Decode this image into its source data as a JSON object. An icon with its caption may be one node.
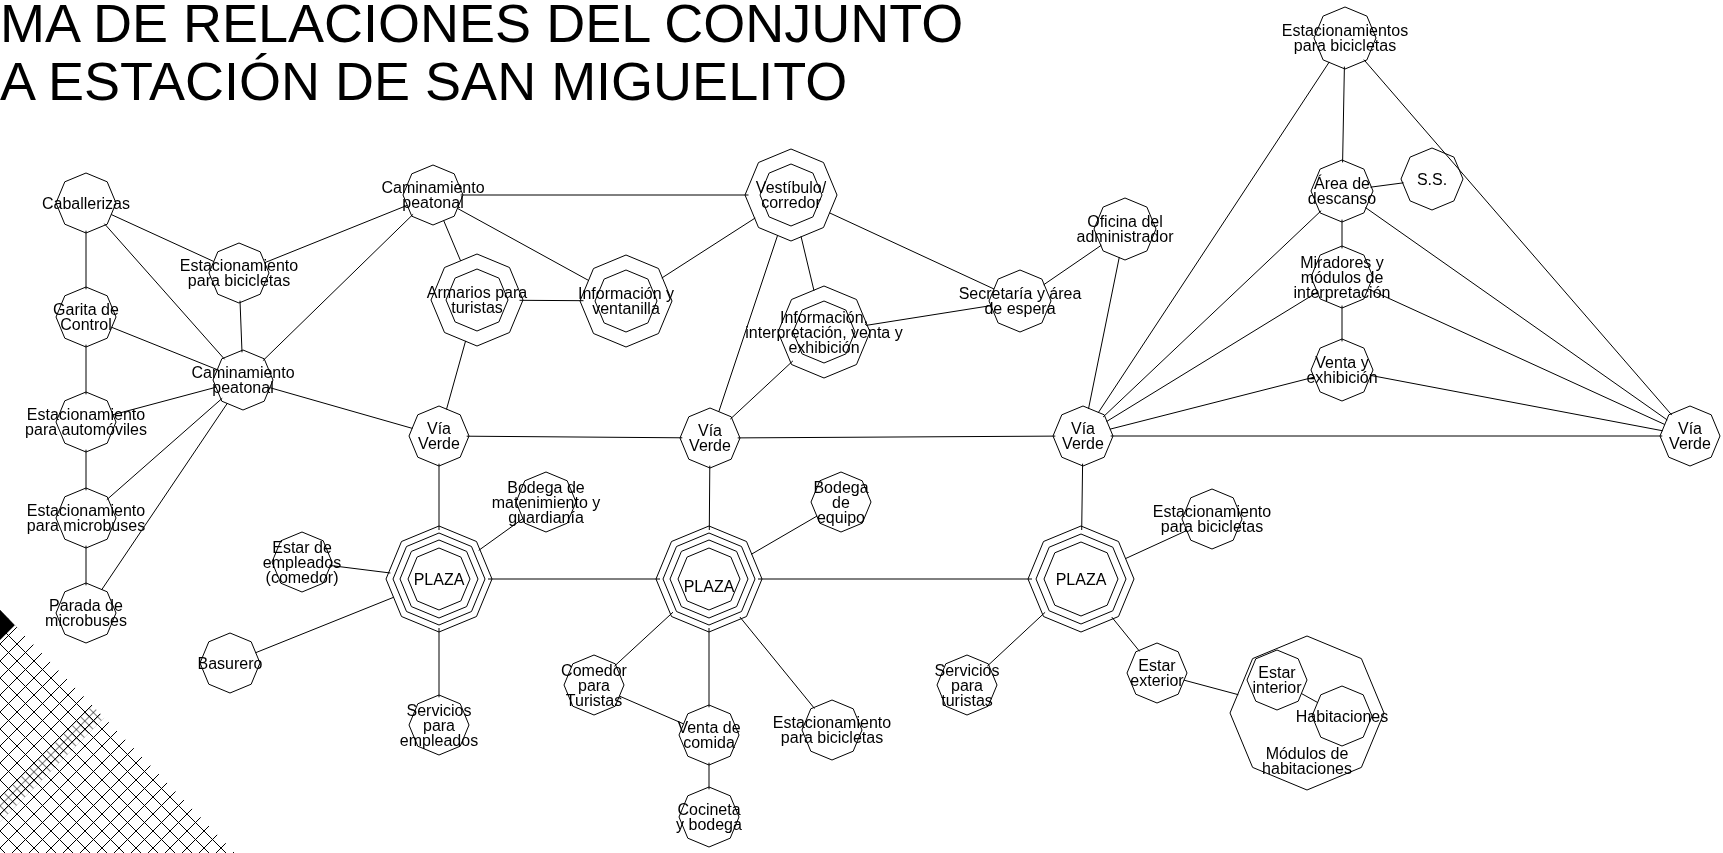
{
  "diagram": {
    "title": "MA DE RELACIONES DEL CONJUNTO A ESTACIÓN DE SAN MIGUELITO",
    "nodes": [
      {
        "text": [
          "Caballerizas"
        ]
      },
      {
        "text": [
          "Estacionamiento para bicicletas"
        ]
      },
      {
        "text": [
          "Garita de Control"
        ]
      },
      {
        "text": [
          "Caminamiento peatonal"
        ]
      },
      {
        "text": [
          "Estacionamiento para automóviles"
        ]
      },
      {
        "text": [
          "Estacionamiento para microbuses"
        ]
      },
      {
        "text": [
          "Parada de microbuses"
        ]
      },
      {
        "text": [
          "Caminamiento peatonal"
        ]
      },
      {
        "text": [
          "Armarios para turistas"
        ]
      },
      {
        "text": [
          "Información y ventanilla"
        ]
      },
      {
        "text": [
          "Vestíbulo/ corredor"
        ]
      },
      {
        "text": [
          "Información, interpretación, venta y exhibición"
        ]
      },
      {
        "text": [
          "Secretaría y área de espera"
        ]
      },
      {
        "text": [
          "Oficina del administrador"
        ]
      },
      {
        "text": [
          "Estacionamientos para bicicletas"
        ]
      },
      {
        "text": [
          "Área de descanso"
        ]
      },
      {
        "text": [
          "S.S."
        ]
      },
      {
        "text": [
          "Miradores y módulos de interpretación"
        ]
      },
      {
        "text": [
          "Venta y exhibición"
        ]
      },
      {
        "text": [
          "Vía Verde"
        ]
      },
      {
        "text": [
          "Vía Verde"
        ]
      },
      {
        "text": [
          "Vía Verde"
        ]
      },
      {
        "text": [
          "Vía Verde"
        ]
      },
      {
        "text": [
          "Bodega de matenimiento y guardianía"
        ]
      },
      {
        "text": [
          "Bodega de equipo"
        ]
      },
      {
        "text": [
          "Estacionamiento para bicicletas"
        ]
      },
      {
        "text": [
          "Estar de empleados (comedor)"
        ]
      },
      {
        "text": [
          "PLAZA"
        ]
      },
      {
        "text": [
          "PLAZA"
        ]
      },
      {
        "text": [
          "PLAZA"
        ]
      },
      {
        "text": [
          "Basurero"
        ]
      },
      {
        "text": [
          "Comedor para Turistas"
        ]
      },
      {
        "text": [
          "Servicios para turistas"
        ]
      },
      {
        "text": [
          "Estar exterior"
        ]
      },
      {
        "text": [
          "Módulos de habitaciones"
        ]
      },
      {
        "text": [
          "Estar interior"
        ],
        "in": 34
      },
      {
        "text": [
          "Habitaciones"
        ],
        "in": 34
      },
      {
        "text": [
          "Servicios para empleados"
        ]
      },
      {
        "text": [
          "Venta de comida"
        ]
      },
      {
        "text": [
          "Estacionamiento para bicicletas"
        ]
      },
      {
        "text": [
          "Cocineta y bodega"
        ]
      }
    ],
    "edges": [
      {
        "from": 0,
        "to": 2,
        "arrow": "none"
      },
      {
        "from": 0,
        "to": 1,
        "arrow": "none"
      },
      {
        "from": 0,
        "to": 3,
        "arrow": "none"
      },
      {
        "from": 2,
        "to": 3,
        "arrow": "none"
      },
      {
        "from": 2,
        "to": 4,
        "arrow": "none"
      },
      {
        "from": 4,
        "to": 3,
        "arrow": "none"
      },
      {
        "from": 4,
        "to": 5,
        "arrow": "none"
      },
      {
        "from": 5,
        "to": 3,
        "arrow": "none"
      },
      {
        "from": 5,
        "to": 6,
        "arrow": "none"
      },
      {
        "from": 6,
        "to": 3,
        "arrow": "none"
      },
      {
        "from": 1,
        "to": 3,
        "arrow": "none"
      },
      {
        "from": 1,
        "to": 7,
        "arrow": "none"
      },
      {
        "from": 3,
        "to": 7,
        "arrow": "none"
      },
      {
        "from": 3,
        "to": 19,
        "arrow": "none"
      },
      {
        "from": 7,
        "to": 8,
        "arrow": "none"
      },
      {
        "from": 7,
        "to": 9,
        "arrow": "none"
      },
      {
        "from": 7,
        "to": 10,
        "arrow": "none"
      },
      {
        "from": 8,
        "to": 9,
        "arrow": "none"
      },
      {
        "from": 8,
        "to": 19,
        "arrow": "none"
      },
      {
        "from": 9,
        "to": 10,
        "arrow": "none"
      },
      {
        "from": 10,
        "to": 20,
        "arrow": "none"
      },
      {
        "from": 10,
        "to": 11,
        "arrow": "none"
      },
      {
        "from": 10,
        "to": 12,
        "arrow": "none"
      },
      {
        "from": 11,
        "to": 12,
        "arrow": "none"
      },
      {
        "from": 11,
        "to": 20,
        "arrow": "none"
      },
      {
        "from": 12,
        "to": 13,
        "arrow": "none"
      },
      {
        "from": 13,
        "to": 21,
        "arrow": "none"
      },
      {
        "from": 14,
        "to": 15,
        "arrow": "none"
      },
      {
        "from": 14,
        "to": 21,
        "arrow": "none"
      },
      {
        "from": 14,
        "to": 22,
        "arrow": "none"
      },
      {
        "from": 15,
        "to": 16,
        "arrow": "none"
      },
      {
        "from": 15,
        "to": 17,
        "arrow": "none"
      },
      {
        "from": 15,
        "to": 21,
        "arrow": "none"
      },
      {
        "from": 15,
        "to": 22,
        "arrow": "none"
      },
      {
        "from": 17,
        "to": 18,
        "arrow": "none"
      },
      {
        "from": 17,
        "to": 21,
        "arrow": "none"
      },
      {
        "from": 17,
        "to": 22,
        "arrow": "none"
      },
      {
        "from": 18,
        "to": 21,
        "arrow": "none"
      },
      {
        "from": 18,
        "to": 22,
        "arrow": "none"
      },
      {
        "from": 19,
        "to": 20,
        "arrow": "none"
      },
      {
        "from": 20,
        "to": 21,
        "arrow": "none"
      },
      {
        "from": 21,
        "to": 22,
        "arrow": "none"
      },
      {
        "from": 19,
        "to": 27,
        "arrow": "none"
      },
      {
        "from": 20,
        "to": 28,
        "arrow": "none"
      },
      {
        "from": 21,
        "to": 29,
        "arrow": "none"
      },
      {
        "from": 27,
        "to": 28,
        "arrow": "none"
      },
      {
        "from": 28,
        "to": 29,
        "arrow": "none"
      },
      {
        "from": 27,
        "to": 26,
        "arrow": "none"
      },
      {
        "from": 27,
        "to": 30,
        "arrow": "none"
      },
      {
        "from": 27,
        "to": 37,
        "arrow": "none"
      },
      {
        "from": 27,
        "to": 23,
        "arrow": "none"
      },
      {
        "from": 28,
        "to": 24,
        "arrow": "none"
      },
      {
        "from": 28,
        "to": 31,
        "arrow": "none"
      },
      {
        "from": 28,
        "to": 38,
        "arrow": "none"
      },
      {
        "from": 28,
        "to": 39,
        "arrow": "none"
      },
      {
        "from": 31,
        "to": 38,
        "arrow": "none"
      },
      {
        "from": 38,
        "to": 40,
        "arrow": "none"
      },
      {
        "from": 29,
        "to": 25,
        "arrow": "none"
      },
      {
        "from": 29,
        "to": 32,
        "arrow": "none"
      },
      {
        "from": 29,
        "to": 33,
        "arrow": "none"
      },
      {
        "from": 33,
        "to": 34,
        "arrow": "none"
      },
      {
        "from": 35,
        "to": 36,
        "arrow": "none"
      }
    ]
  }
}
